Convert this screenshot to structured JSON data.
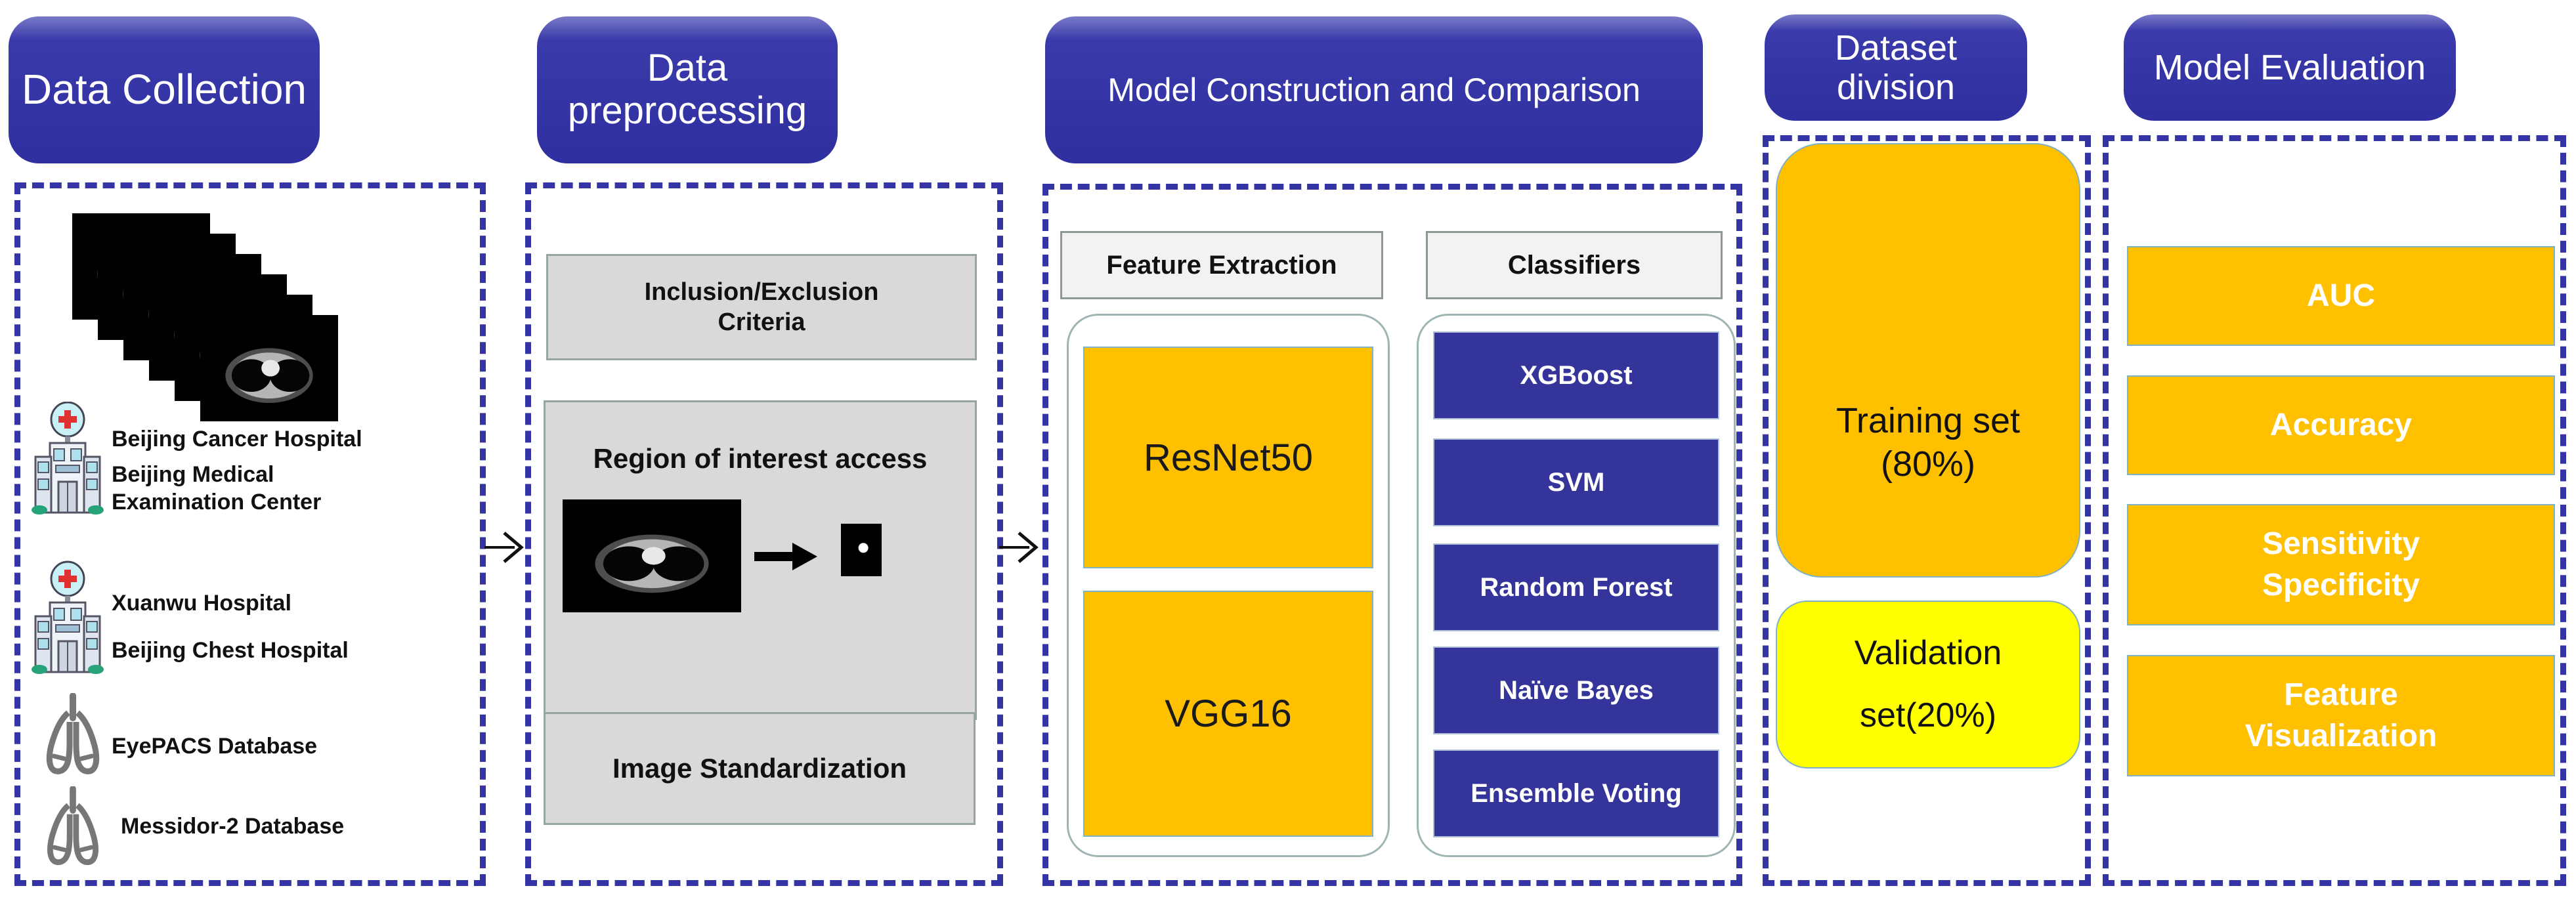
{
  "colors": {
    "header_blue": "#3434a4",
    "classifier_blue": "#34349b",
    "accent_orange": "#ffc000",
    "accent_yellow": "#ffff00",
    "step_gray": "#d9d9d9",
    "dashed_border": "#3434a4"
  },
  "columns": {
    "data_collection": {
      "header": "Data Collection",
      "hospital_group_1": [
        "Beijing Cancer Hospital",
        "Beijing Medical",
        "Examination Center"
      ],
      "hospital_group_2": [
        "Xuanwu Hospital",
        "Beijing Chest Hospital"
      ],
      "database_labels": [
        "EyePACS Database",
        "Messidor-2 Database"
      ]
    },
    "data_preprocessing": {
      "header_line1": "Data",
      "header_line2": "preprocessing",
      "step1_line1": "Inclusion/Exclusion",
      "step1_line2": "Criteria",
      "step2_title": "Region of interest access",
      "step3_title": "Image Standardization"
    },
    "model_construction": {
      "header": "Model Construction and Comparison",
      "feature_extraction_label": "Feature Extraction",
      "classifiers_label": "Classifiers",
      "feature_extractors": [
        "ResNet50",
        "VGG16"
      ],
      "classifiers": [
        "XGBoost",
        "SVM",
        "Random Forest",
        "Naïve Bayes",
        "Ensemble Voting"
      ]
    },
    "dataset_division": {
      "header_line1": "Dataset",
      "header_line2": "division",
      "training_line1": "Training set",
      "training_line2": "(80%)",
      "validation_line1": "Validation",
      "validation_line2": "set(20%)"
    },
    "model_evaluation": {
      "header": "Model Evaluation",
      "metric1": "AUC",
      "metric2": "Accuracy",
      "metric3_line1": "Sensitivity",
      "metric3_line2": "Specificity",
      "metric4_line1": "Feature",
      "metric4_line2": "Visualization"
    }
  }
}
